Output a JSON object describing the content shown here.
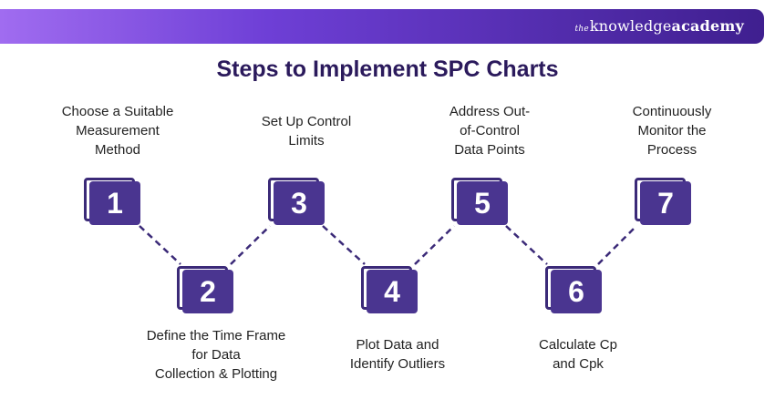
{
  "header": {
    "brand_the": "the",
    "brand_knowledge": "knowledge",
    "brand_academy": "academy"
  },
  "title": "Steps to Implement SPC Charts",
  "colors": {
    "accent": "#4a3590",
    "outline": "#3b2a78",
    "title": "#2b1a5c",
    "banner_start": "#a06cf0",
    "banner_end": "#3f1f8f"
  },
  "steps": [
    {
      "number": "1",
      "lines": [
        "Choose a Suitable",
        "Measurement",
        "Method"
      ]
    },
    {
      "number": "2",
      "lines": [
        "Define the Time Frame",
        "for Data",
        "Collection & Plotting"
      ]
    },
    {
      "number": "3",
      "lines": [
        "Set Up Control",
        "Limits"
      ]
    },
    {
      "number": "4",
      "lines": [
        "Plot Data and",
        "Identify Outliers"
      ]
    },
    {
      "number": "5",
      "lines": [
        "Address Out-",
        "of-Control",
        "Data Points"
      ]
    },
    {
      "number": "6",
      "lines": [
        "Calculate Cp",
        "and Cpk"
      ]
    },
    {
      "number": "7",
      "lines": [
        "Continuously",
        "Monitor the",
        "Process"
      ]
    }
  ]
}
